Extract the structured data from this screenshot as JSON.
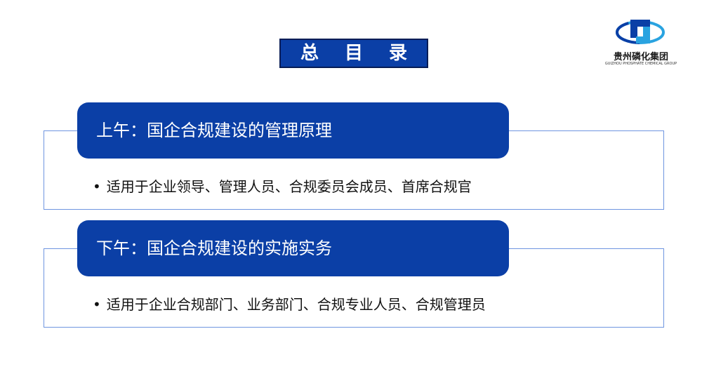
{
  "title": "总 目 录",
  "logo": {
    "name": "贵州磷化集团",
    "sub": "GUIZHOU PHOSPHATE CHEMICAL GROUP",
    "icon": "gzpc-logo-icon",
    "colors": {
      "blue": "#0b3fa6",
      "cyan": "#29a3e0"
    }
  },
  "sections": [
    {
      "header": "上午：国企合规建设的管理原理",
      "bullet_symbol": "•",
      "bullet": "适用于企业领导、管理人员、合规委员会成员、首席合规官"
    },
    {
      "header": "下午：国企合规建设的实施实务",
      "bullet_symbol": "•",
      "bullet": "适用于企业合规部门、业务部门、合规专业人员、合规管理员"
    }
  ],
  "colors": {
    "primary": "#0b3fa6",
    "frame_border": "#6f95e0",
    "text": "#111111"
  }
}
